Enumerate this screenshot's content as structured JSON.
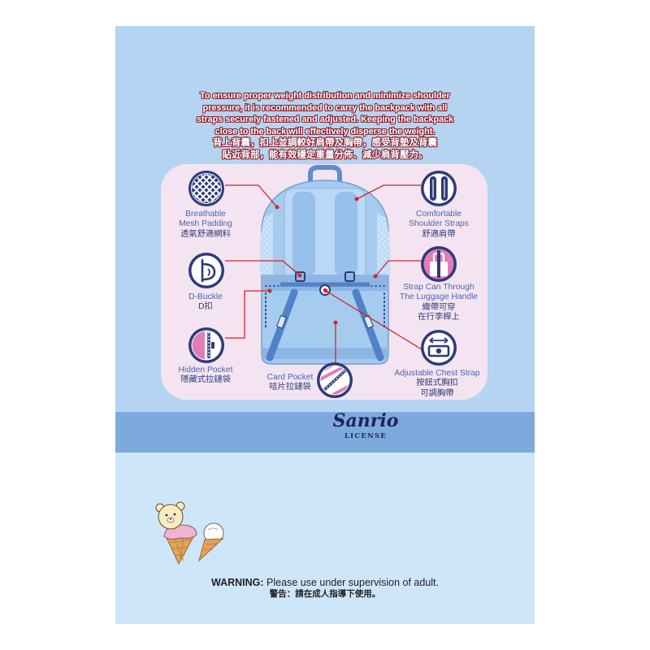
{
  "intro": {
    "en": [
      "To ensure proper weight distribution and minimize shoulder",
      "pressure, it is recommended to carry the backpack with all",
      "straps securely fastened and adjusted. Keeping the backpack",
      "close to the back will effectively disperse the weight."
    ],
    "zh": [
      "背上背囊，扣上並調較好肩帶及胸帶，感受背墊及背囊",
      "貼近背部，能有效穩定重量分佈、減少肩背壓力。"
    ]
  },
  "features": {
    "mesh_padding": {
      "icon": "mesh-icon",
      "en": [
        "Breathable",
        "Mesh Padding"
      ],
      "zh": [
        "透氣舒適網料"
      ]
    },
    "d_buckle": {
      "icon": "d-buckle-icon",
      "en": [
        "D-Buckle"
      ],
      "zh": [
        "D扣"
      ]
    },
    "hidden_pocket": {
      "icon": "hidden-pocket-icon",
      "en": [
        "Hidden Pocket"
      ],
      "zh": [
        "隱藏式拉鏈袋"
      ]
    },
    "shoulder_straps": {
      "icon": "shoulder-straps-icon",
      "en": [
        "Comfortable",
        "Shoulder Straps"
      ],
      "zh": [
        "舒適肩帶"
      ]
    },
    "luggage_strap": {
      "icon": "luggage-handle-icon",
      "en": [
        "Strap Can Through",
        "The Luggage Handle"
      ],
      "zh": [
        "織帶可穿",
        "在行李桿上"
      ]
    },
    "chest_strap": {
      "icon": "chest-strap-icon",
      "en": [
        "Adjustable Chest Strap"
      ],
      "zh": [
        "按鈕式胸扣",
        "可調胸帶"
      ]
    },
    "card_pocket": {
      "icon": "card-pocket-icon",
      "en": [
        "Card Pocket"
      ],
      "zh": [
        "咭片拉鏈袋"
      ]
    }
  },
  "brand": {
    "logo": "Sanrio",
    "license": "LICENSE"
  },
  "warning": {
    "label": "WARNING:",
    "text": "Please use under supervision of adult.",
    "zh": "警告：請在成人指導下使用。"
  },
  "colors": {
    "background_top": "#b4d4f2",
    "band": "#7ea9dc",
    "background_bottom": "#cee6f9",
    "panel": "#f4e4f1",
    "callout_line": "#d3242b",
    "icon_navy": "#2d3b78",
    "icon_pink": "#e27db6",
    "label_blue": "#4567ae",
    "label_navy": "#2d3b78",
    "logo_navy": "#1e2553"
  }
}
